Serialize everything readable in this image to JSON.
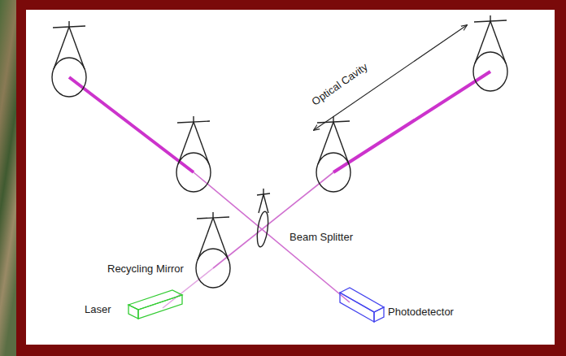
{
  "diagram": {
    "labels": [
      "Optical Cavity",
      "Beam Splitter",
      "Recycling Mirror",
      "Laser",
      "Photodetector"
    ]
  }
}
